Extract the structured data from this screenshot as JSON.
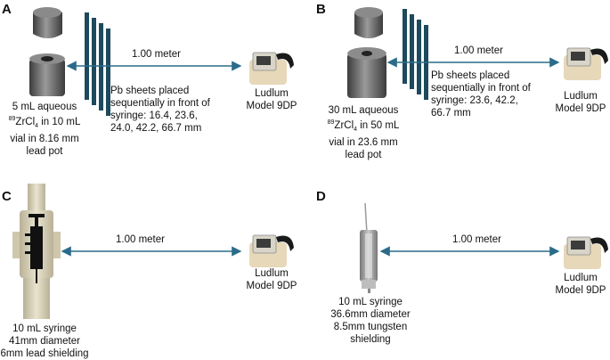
{
  "distance_label": "1.00 meter",
  "detector": {
    "line1": "Ludlum",
    "line2": "Model 9DP"
  },
  "panels": {
    "A": {
      "letter": "A",
      "source_line1": "5 mL aqueous",
      "source_sup": "89",
      "source_line2_a": "ZrCl",
      "source_sub": "4",
      "source_line2_b": " in 10 mL",
      "source_line3": "vial in 8.16 mm",
      "source_line4": "lead pot",
      "pb_line1": "Pb sheets placed",
      "pb_line2": "sequentially in front of",
      "pb_line3": "syringe: 16.4, 23.6,",
      "pb_line4": "24.0, 42.2, 66.7 mm"
    },
    "B": {
      "letter": "B",
      "source_line1": "30 mL aqueous",
      "source_sup": "89",
      "source_line2_a": "ZrCl",
      "source_sub": "4",
      "source_line2_b": " in 50 mL",
      "source_line3": "vial in 23.6 mm",
      "source_line4": "lead pot",
      "pb_line1": "Pb sheets placed",
      "pb_line2": "sequentially in front of",
      "pb_line3": "syringe: 23.6, 42.2,",
      "pb_line4": "66.7 mm"
    },
    "C": {
      "letter": "C",
      "line1": "10 mL syringe",
      "line2": "41mm diameter",
      "line3": "6mm lead shielding"
    },
    "D": {
      "letter": "D",
      "line1": "10 mL syringe",
      "line2": "36.6mm diameter",
      "line3": "8.5mm tungsten",
      "line4": "shielding"
    }
  },
  "colors": {
    "arrow": "#2a6b8a",
    "pb_sheet": "#1d4a5c",
    "lead_pot": "#5a5a5a",
    "syringe_shield": "#d9d2b8",
    "detector_body": "#e6d8b8"
  }
}
